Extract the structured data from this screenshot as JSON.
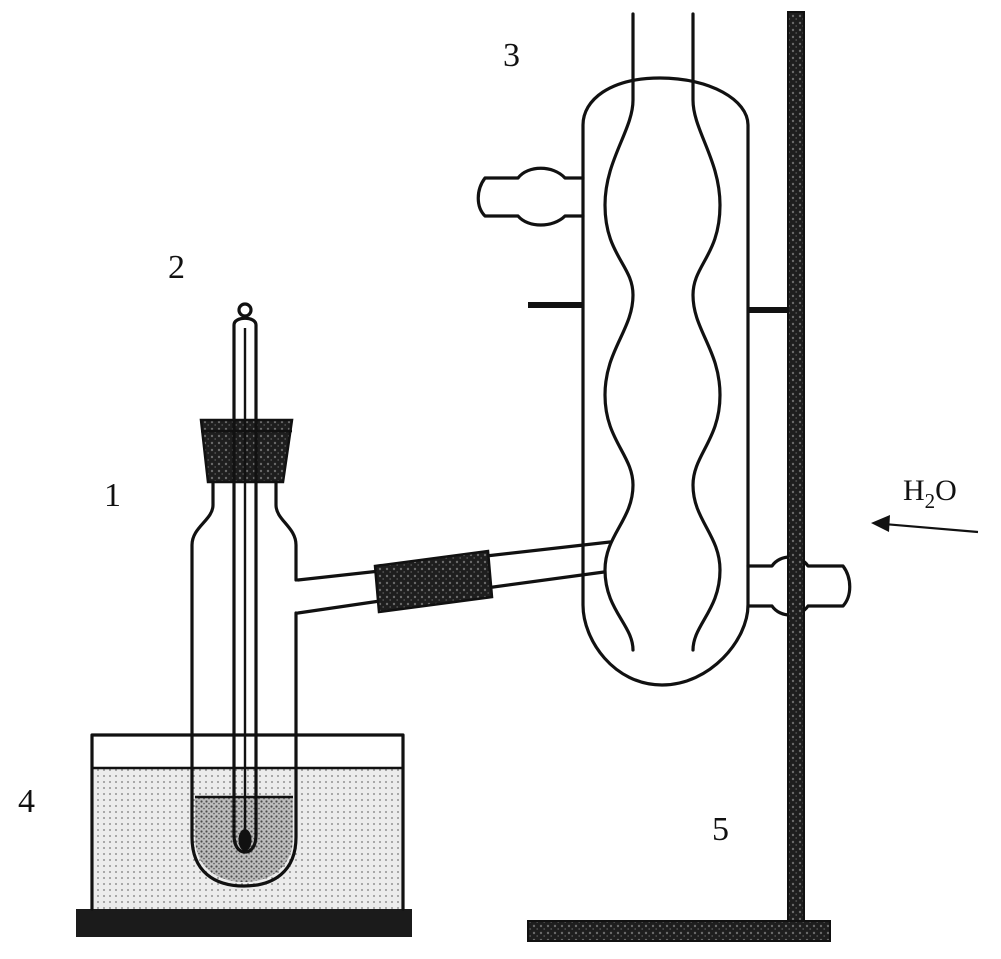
{
  "labels": {
    "vessel": "1",
    "thermometer": "2",
    "condenser": "3",
    "bath": "4",
    "stand": "5"
  },
  "water_inlet": {
    "main": "H",
    "subscript": "2",
    "tail": "O"
  },
  "colors": {
    "ink": "#111111",
    "paper": "#ffffff",
    "stopper": "#2a2a2a",
    "tubing": "#333333",
    "bath_liquid": "#e6e6e6",
    "sample": "#c9c9c9"
  }
}
